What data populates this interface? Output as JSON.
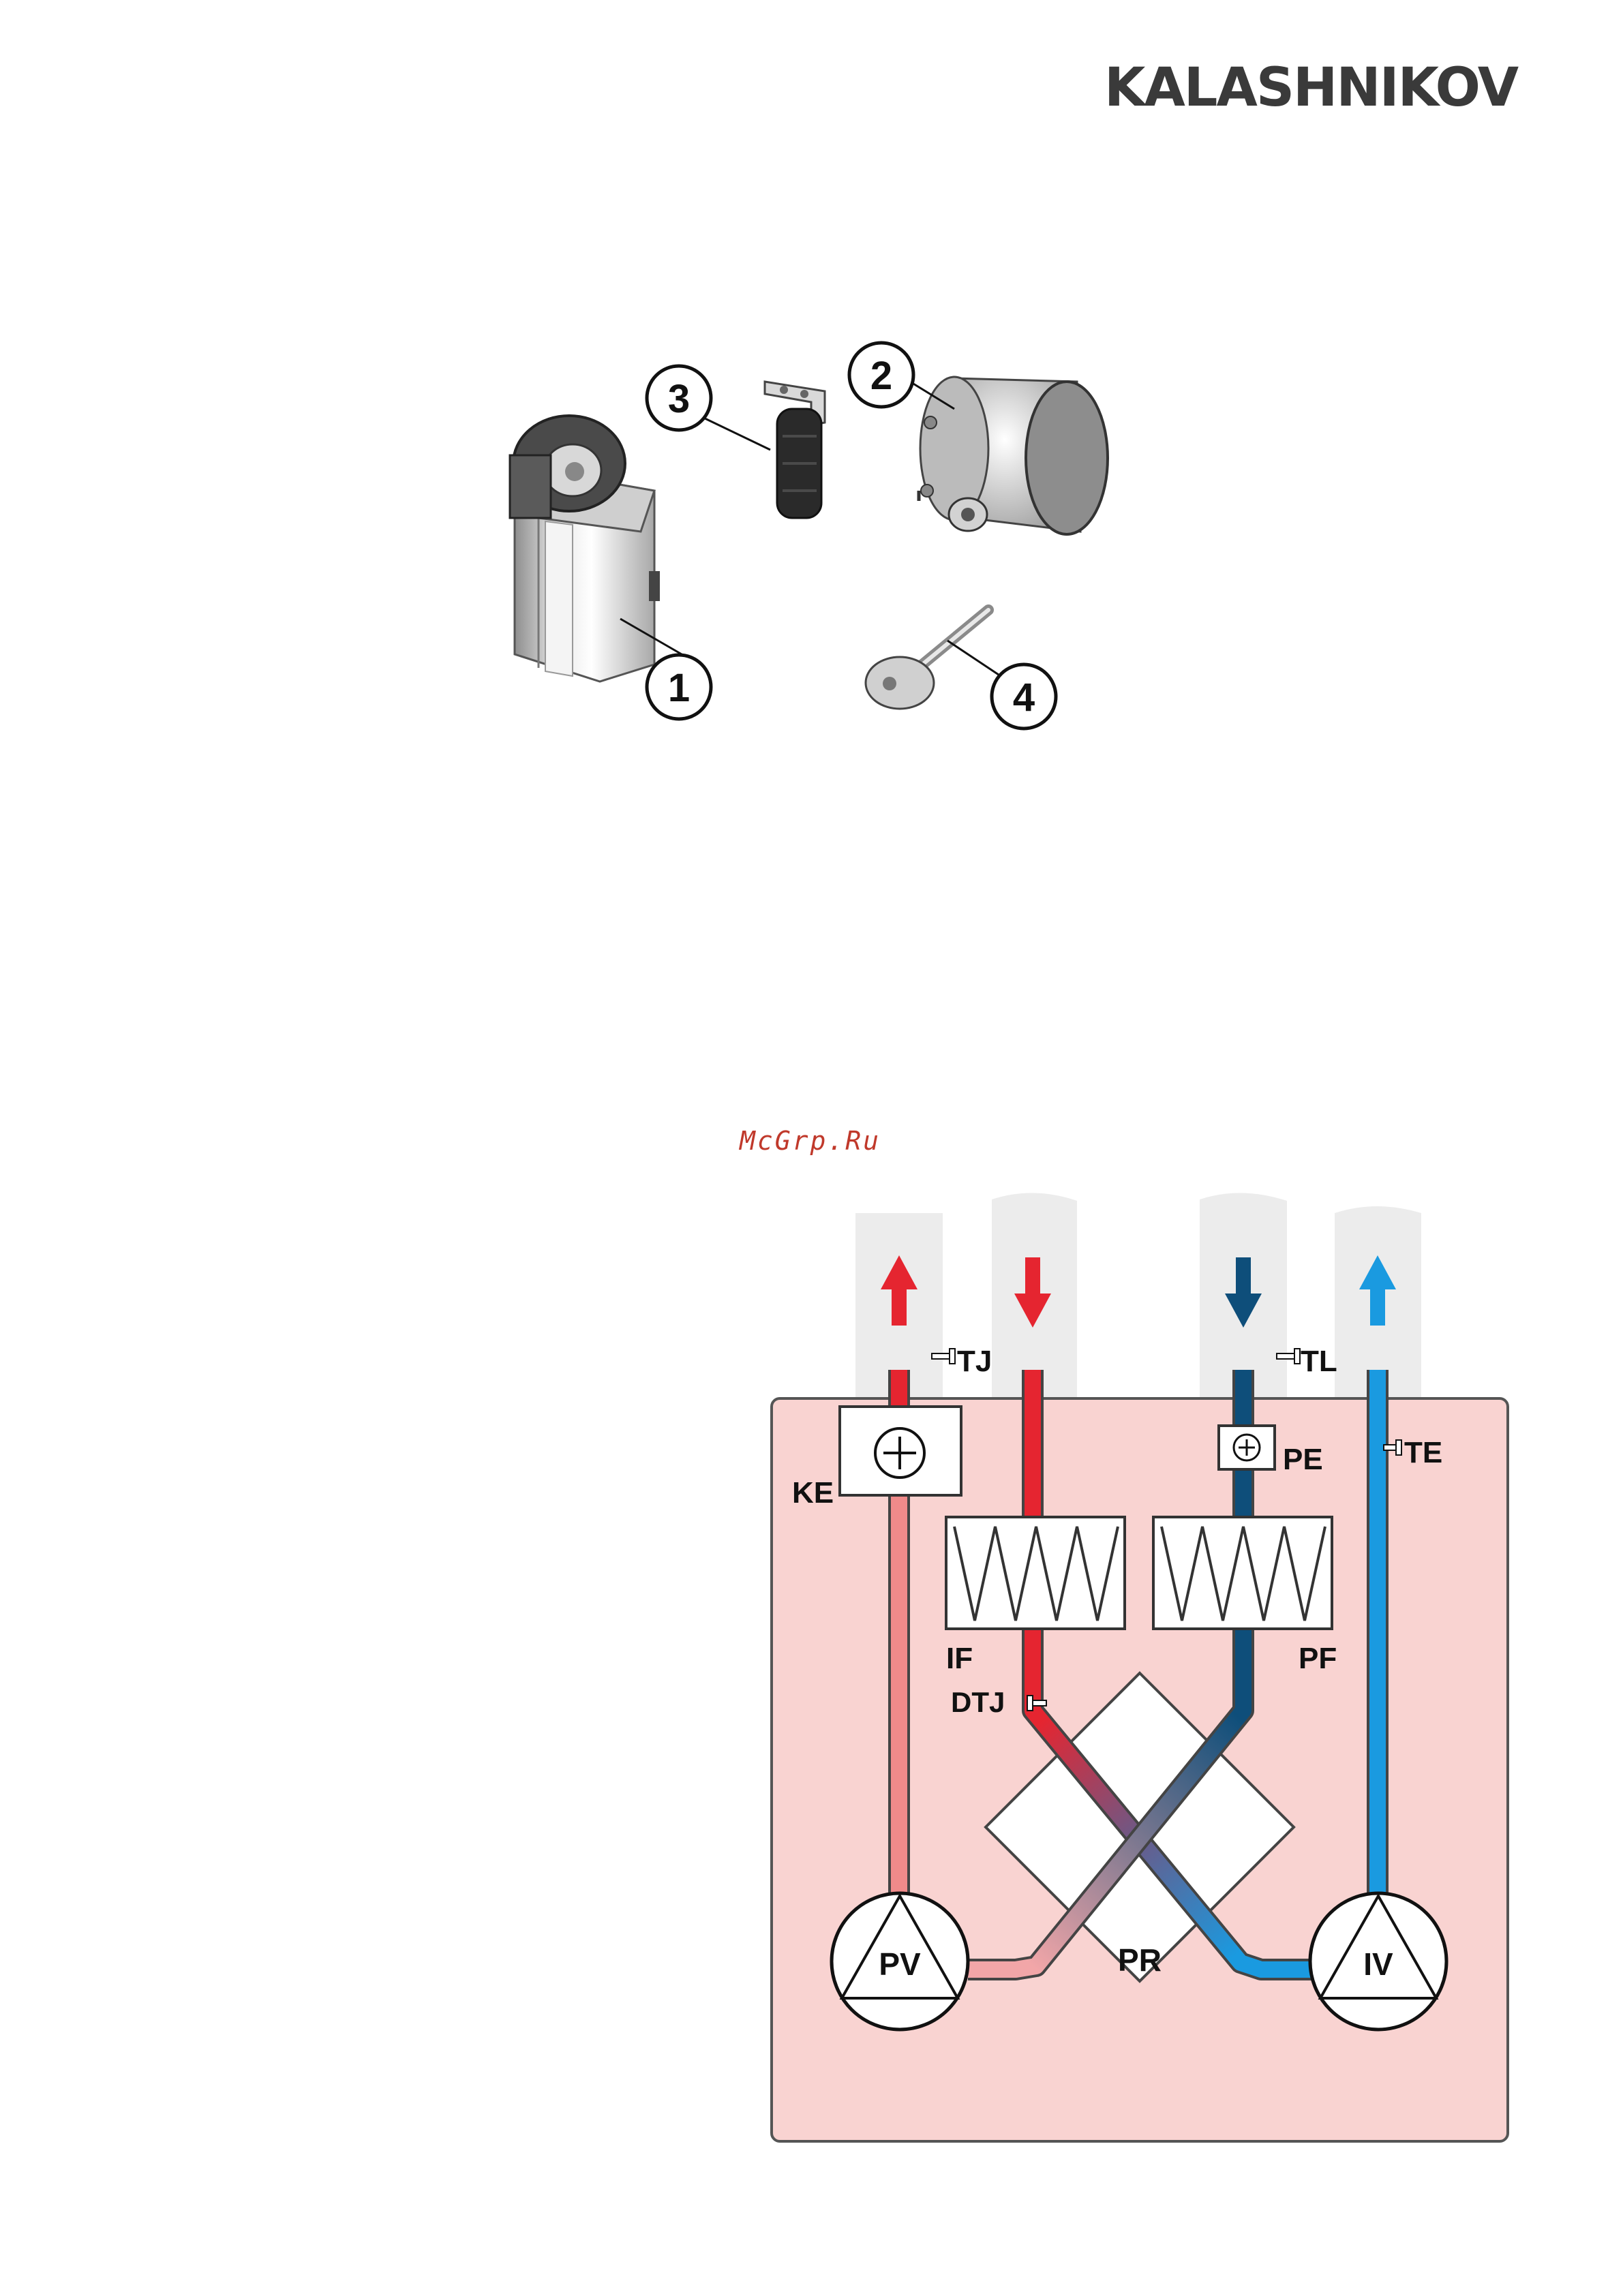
{
  "brand": {
    "name": "KALASHNIKOV"
  },
  "watermark": {
    "text": "McGrp.Ru"
  },
  "parts_figure": {
    "callouts": [
      "1",
      "2",
      "3",
      "4"
    ]
  },
  "scheme": {
    "labels": {
      "tj": "TJ",
      "tl": "TL",
      "te": "TE",
      "ke": "KE",
      "pe": "PE",
      "if": "IF",
      "pf": "PF",
      "dtj": "DTJ",
      "pr": "PR",
      "pv": "PV",
      "iv": "IV"
    },
    "colors": {
      "housing": "#f9d3d1",
      "warm": "#e52530",
      "warm_light": "#f2a6a8",
      "cold": "#0e4e7a",
      "cold_light": "#1a9ae0",
      "duct": "#ececec"
    }
  }
}
